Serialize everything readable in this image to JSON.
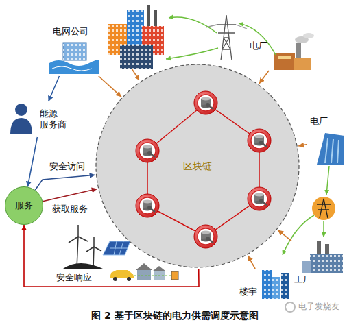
{
  "diagram": {
    "caption": "图 2 基于区块链的电力供需调度示意图",
    "nodes": [
      {
        "text": [
          "电网公司"
        ]
      },
      {
        "text": [
          "电厂"
        ]
      },
      {
        "text": [
          "能源 服务商"
        ]
      },
      {
        "text": [
          "区块链"
        ]
      },
      {
        "text": [
          "电厂"
        ]
      },
      {
        "text": [
          "服务"
        ]
      },
      {
        "text": [
          "楼宇"
        ]
      },
      {
        "text": [
          "工厂"
        ]
      }
    ],
    "edges": [
      {
        "from": 0,
        "to": 2,
        "arrow": "to"
      },
      {
        "from": 2,
        "to": 5,
        "arrow": "to"
      },
      {
        "from": 5,
        "to": 3,
        "label": "安全访问",
        "arrow": "to"
      },
      {
        "from": 5,
        "to": 3,
        "label": "获取服务",
        "arrow": "to"
      },
      {
        "from": 3,
        "to": 5,
        "label": "安全响应",
        "arrow": "to"
      },
      {
        "from": 0,
        "to": 3,
        "arrow": "to"
      },
      {
        "from": 1,
        "to": 3,
        "arrow": "to"
      },
      {
        "from": 4,
        "to": 3,
        "arrow": "to"
      },
      {
        "from": 6,
        "to": 3,
        "arrow": "to"
      },
      {
        "from": 7,
        "to": 3,
        "arrow": "to"
      }
    ],
    "labels": [
      "电子发烧友"
    ]
  }
}
